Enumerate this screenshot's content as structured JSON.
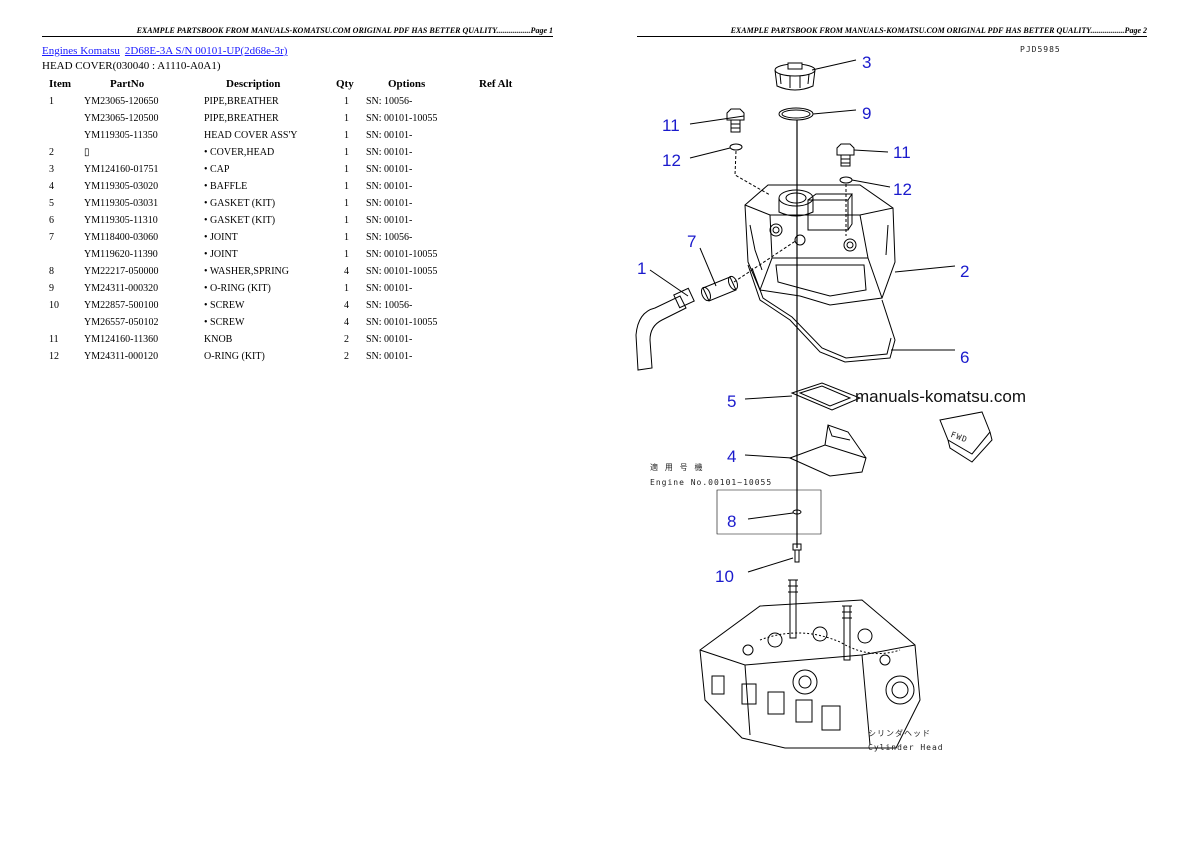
{
  "page1": {
    "header": "EXAMPLE PARTSBOOK FROM MANUALS-KOMATSU.COM ORIGINAL PDF HAS BETTER QUALITY.................Page 1",
    "breadcrumb": [
      "Engines Komatsu",
      "2D68E-3A S/N 00101-UP(2d68e-3r)"
    ],
    "subtitle": "HEAD COVER(030040 : A1110-A0A1)",
    "table": {
      "headers": [
        "Item",
        "PartNo",
        "Description",
        "Qty",
        "Options",
        "Ref Alt"
      ],
      "rows": [
        [
          "1",
          "YM23065-120650",
          "PIPE,BREATHER",
          "1",
          "SN: 10056-",
          ""
        ],
        [
          "",
          "YM23065-120500",
          "PIPE,BREATHER",
          "1",
          "SN: 00101-10055",
          ""
        ],
        [
          "",
          "YM119305-11350",
          "HEAD COVER ASS'Y",
          "1",
          "SN: 00101-",
          ""
        ],
        [
          "2",
          "▯",
          "• COVER,HEAD",
          "1",
          "SN: 00101-",
          ""
        ],
        [
          "3",
          "YM124160-01751",
          "• CAP",
          "1",
          "SN: 00101-",
          ""
        ],
        [
          "4",
          "YM119305-03020",
          "• BAFFLE",
          "1",
          "SN: 00101-",
          ""
        ],
        [
          "5",
          "YM119305-03031",
          "• GASKET (KIT)",
          "1",
          "SN: 00101-",
          ""
        ],
        [
          "6",
          "YM119305-11310",
          "• GASKET (KIT)",
          "1",
          "SN: 00101-",
          ""
        ],
        [
          "7",
          "YM118400-03060",
          "• JOINT",
          "1",
          "SN: 10056-",
          ""
        ],
        [
          "",
          "YM119620-11390",
          "• JOINT",
          "1",
          "SN: 00101-10055",
          ""
        ],
        [
          "8",
          "YM22217-050000",
          "• WASHER,SPRING",
          "4",
          "SN: 00101-10055",
          ""
        ],
        [
          "9",
          "YM24311-000320",
          "• O-RING (KIT)",
          "1",
          "SN: 00101-",
          ""
        ],
        [
          "10",
          "YM22857-500100",
          "• SCREW",
          "4",
          "SN: 10056-",
          ""
        ],
        [
          "",
          "YM26557-050102",
          "• SCREW",
          "4",
          "SN: 00101-10055",
          ""
        ],
        [
          "11",
          "YM124160-11360",
          "KNOB",
          "2",
          "SN: 00101-",
          ""
        ],
        [
          "12",
          "YM24311-000120",
          "O-RING (KIT)",
          "2",
          "SN: 00101-",
          ""
        ]
      ]
    }
  },
  "page2": {
    "header": "EXAMPLE PARTSBOOK FROM MANUALS-KOMATSU.COM ORIGINAL PDF HAS BETTER QUALITY.................Page 2",
    "diagram": {
      "code": "PJD5985",
      "watermark": "manuals-komatsu.com",
      "fwd_label": "FWD",
      "applicability_jp": "適 用 号 機",
      "engine_range": "Engine No.00101~10055",
      "cylinder_jp": "シリンダヘッド",
      "cylinder_en": "Cylinder Head",
      "callouts": [
        "3",
        "9",
        "11",
        "12",
        "11",
        "12",
        "7",
        "1",
        "2",
        "6",
        "5",
        "4",
        "8",
        "10"
      ]
    }
  }
}
